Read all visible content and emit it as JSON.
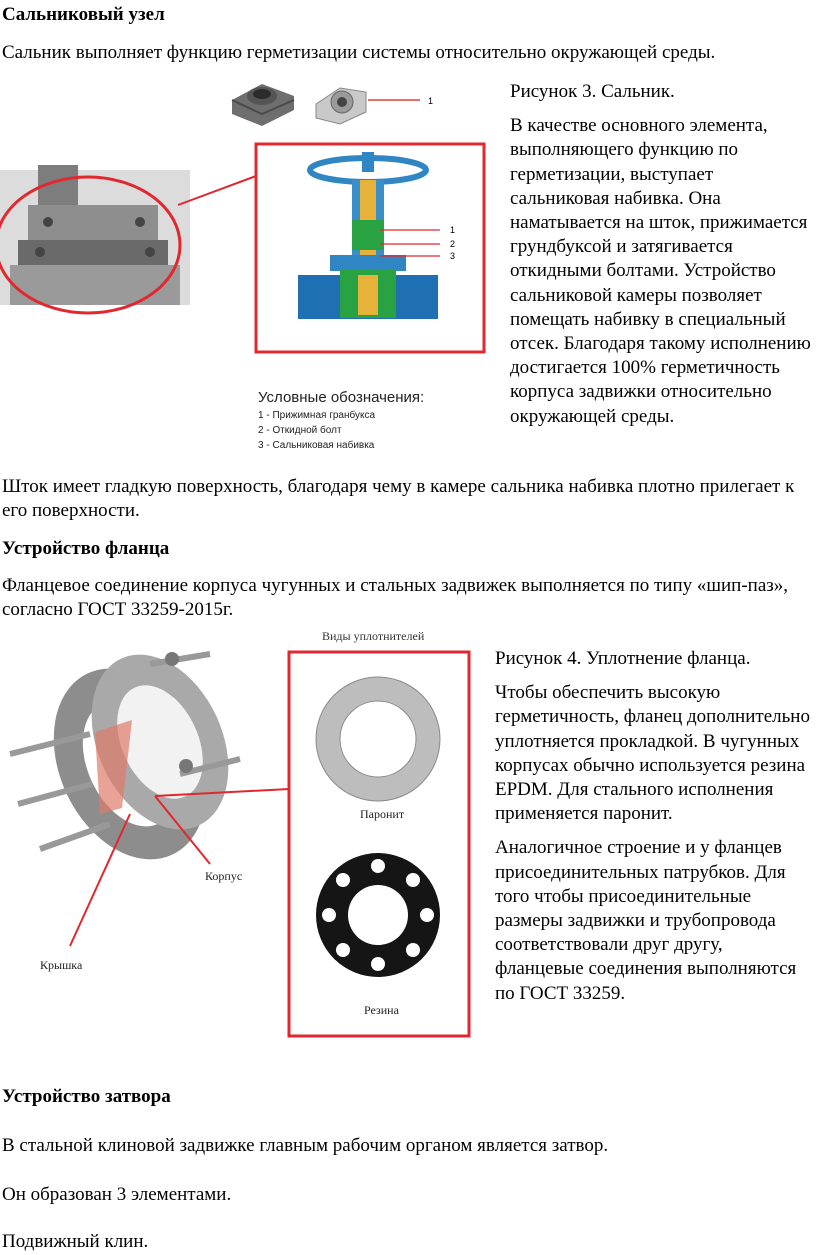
{
  "section1": {
    "heading": "Сальниковый узел",
    "intro": "Сальник выполняет функцию герметизации системы относительно окружающей среды.",
    "figure_caption": "Рисунок 3. Сальник.",
    "figure_text": "В качестве основного элемента, выполняющего функцию по герметизации, выступает сальниковая набивка. Она наматывается на шток, прижимается грундбуксой и затягивается откидными болтами. Устройство сальниковой камеры позволяет помещать набивку в специальный отсек. Благодаря такому исполнению достигается 100% герметичность корпуса задвижки относительно окружающей среды.",
    "after_text": "Шток имеет гладкую поверхность, благодаря чему в камере сальника набивка плотно прилегает к его поверхности.",
    "figure": {
      "callout_top": "1",
      "callouts": [
        "1",
        "2",
        "3"
      ],
      "legend_title": "Условные обозначения:",
      "legend_items": [
        "1 - Прижимная гранбукса",
        "2 - Откидной болт",
        "3 - Сальниковая набивка"
      ]
    }
  },
  "section2": {
    "heading": "Устройство фланца",
    "intro": "Фланцевое соединение корпуса чугунных и стальных задвижек выполняется по типу «шип-паз», согласно ГОСТ 33259-2015г.",
    "figure_caption": "Рисунок 4. Уплотнение фланца.",
    "figure_text_1": "Чтобы обеспечить высокую герметичность, фланец дополнительно уплотняется прокладкой. В чугунных корпусах обычно используется резина EPDM. Для стального исполнения применяется паронит.",
    "figure_text_2": "Аналогичное строение и у фланцев присоединительных патрубков. Для того чтобы присоединительные размеры задвижки и трубопровода соответствовали друг другу, фланцевые соединения выполняются по ГОСТ 33259.",
    "figure": {
      "title": "Виды уплотнителей",
      "label_paronit": "Паронит",
      "label_rubber": "Резина",
      "label_body": "Корпус",
      "label_cover": "Крышка"
    }
  },
  "section3": {
    "heading": "Устройство затвора",
    "p1": "В стальной клиновой задвижке главным рабочим органом является затвор.",
    "p2": "Он образован 3 элементами.",
    "p3": "Подвижный клин."
  }
}
